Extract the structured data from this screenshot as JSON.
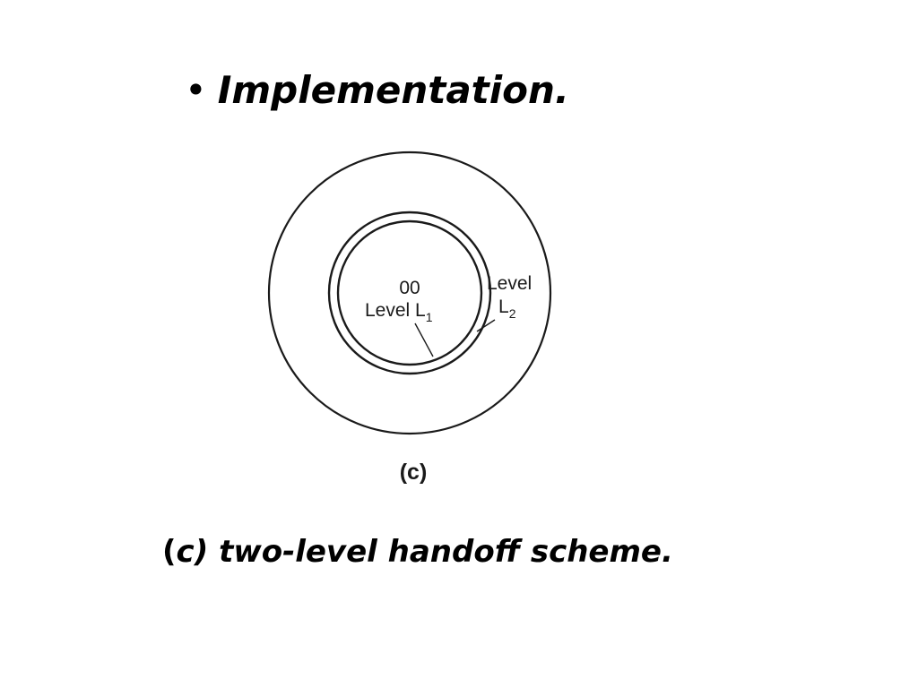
{
  "heading": {
    "bullet": "•",
    "text": "Implementation."
  },
  "figure": {
    "inner_label_top": "00",
    "inner_label_level": "Level L",
    "inner_label_sub": "1",
    "ring_label_level": "Level",
    "ring_label_l": "L",
    "ring_label_sub": "2",
    "figure_label": "(c)"
  },
  "caption": {
    "open_paren": "(",
    "text": "c) two-level handoff scheme."
  }
}
